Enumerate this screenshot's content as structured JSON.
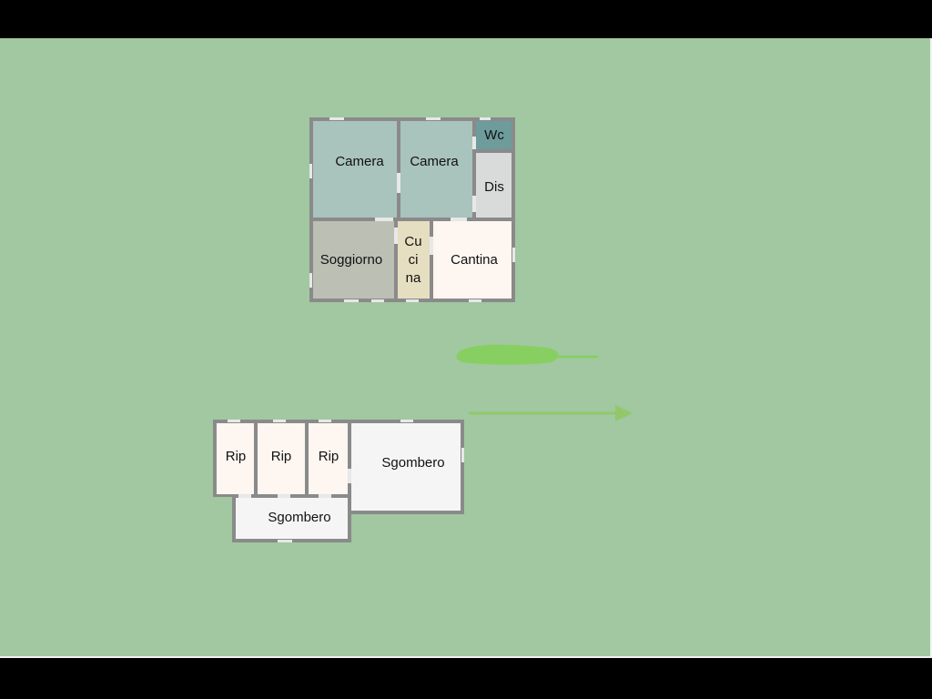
{
  "floor_plan_upper": {
    "rooms": {
      "camera_1": "Camera",
      "camera_2": "Camera",
      "wc": "Wc",
      "dis": "Dis",
      "soggiorno": "Soggiorno",
      "cucina_1": "Cu",
      "cucina_2": "ci",
      "cucina_3": "na",
      "cantina": "Cantina"
    }
  },
  "floor_plan_lower": {
    "rooms": {
      "rip_1": "Rip",
      "rip_2": "Rip",
      "rip_3": "Rip",
      "sgombero_1": "Sgombero",
      "sgombero_2": "Sgombero"
    }
  },
  "colors": {
    "background": "#a1c8a1",
    "wall": "#8a8a8a",
    "camera": "#a9c3bd",
    "wc": "#6e9b9b",
    "dis": "#d9dbdb",
    "soggiorno": "#bcbfb3",
    "cucina": "#e6dec1",
    "cantina": "#fdf6f1",
    "sgombero": "#f4f5f4",
    "arrow": "#8ccf5a"
  },
  "icons": {
    "marker_stroke": "highlighter-stroke",
    "arrow": "right-arrow"
  }
}
